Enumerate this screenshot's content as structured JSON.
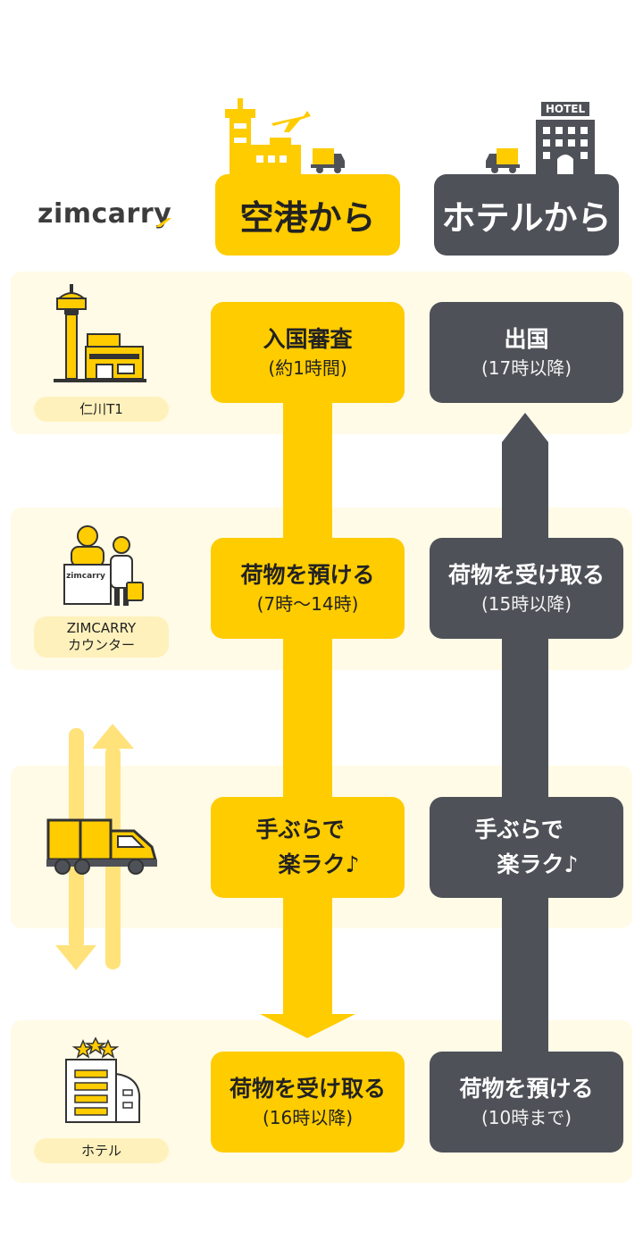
{
  "logo": {
    "text": "zimcarry",
    "accent_color": "#ffcc00"
  },
  "header": {
    "airport_label": "空港から",
    "hotel_label": "ホテルから",
    "hotel_sign": "HOTEL"
  },
  "colors": {
    "yellow": "#ffcc00",
    "dark": "#4f5158",
    "band": "#fffbe7",
    "pill": "#fff1bc"
  },
  "locations": [
    {
      "icon": "airport-tower-icon",
      "label": "仁川T1"
    },
    {
      "icon": "zimcarry-counter-icon",
      "label": "ZIMCARRY\nカウンター",
      "counter_sign": "zimcarry"
    },
    {
      "icon": "delivery-truck-icon",
      "label": ""
    },
    {
      "icon": "hotel-building-icon",
      "label": "ホテル"
    }
  ],
  "airport_flow": [
    {
      "title": "入国審査",
      "sub": "(約1時間)"
    },
    {
      "title": "荷物を預ける",
      "sub": "(7時〜14時)"
    },
    {
      "title": "手ぶらで\n　楽ラク♪",
      "sub": ""
    },
    {
      "title": "荷物を受け取る",
      "sub": "(16時以降)"
    }
  ],
  "hotel_flow": [
    {
      "title": "出国",
      "sub": "(17時以降)"
    },
    {
      "title": "荷物を受け取る",
      "sub": "(15時以降)"
    },
    {
      "title": "手ぶらで\n　楽ラク♪",
      "sub": ""
    },
    {
      "title": "荷物を預ける",
      "sub": "(10時まで)"
    }
  ]
}
